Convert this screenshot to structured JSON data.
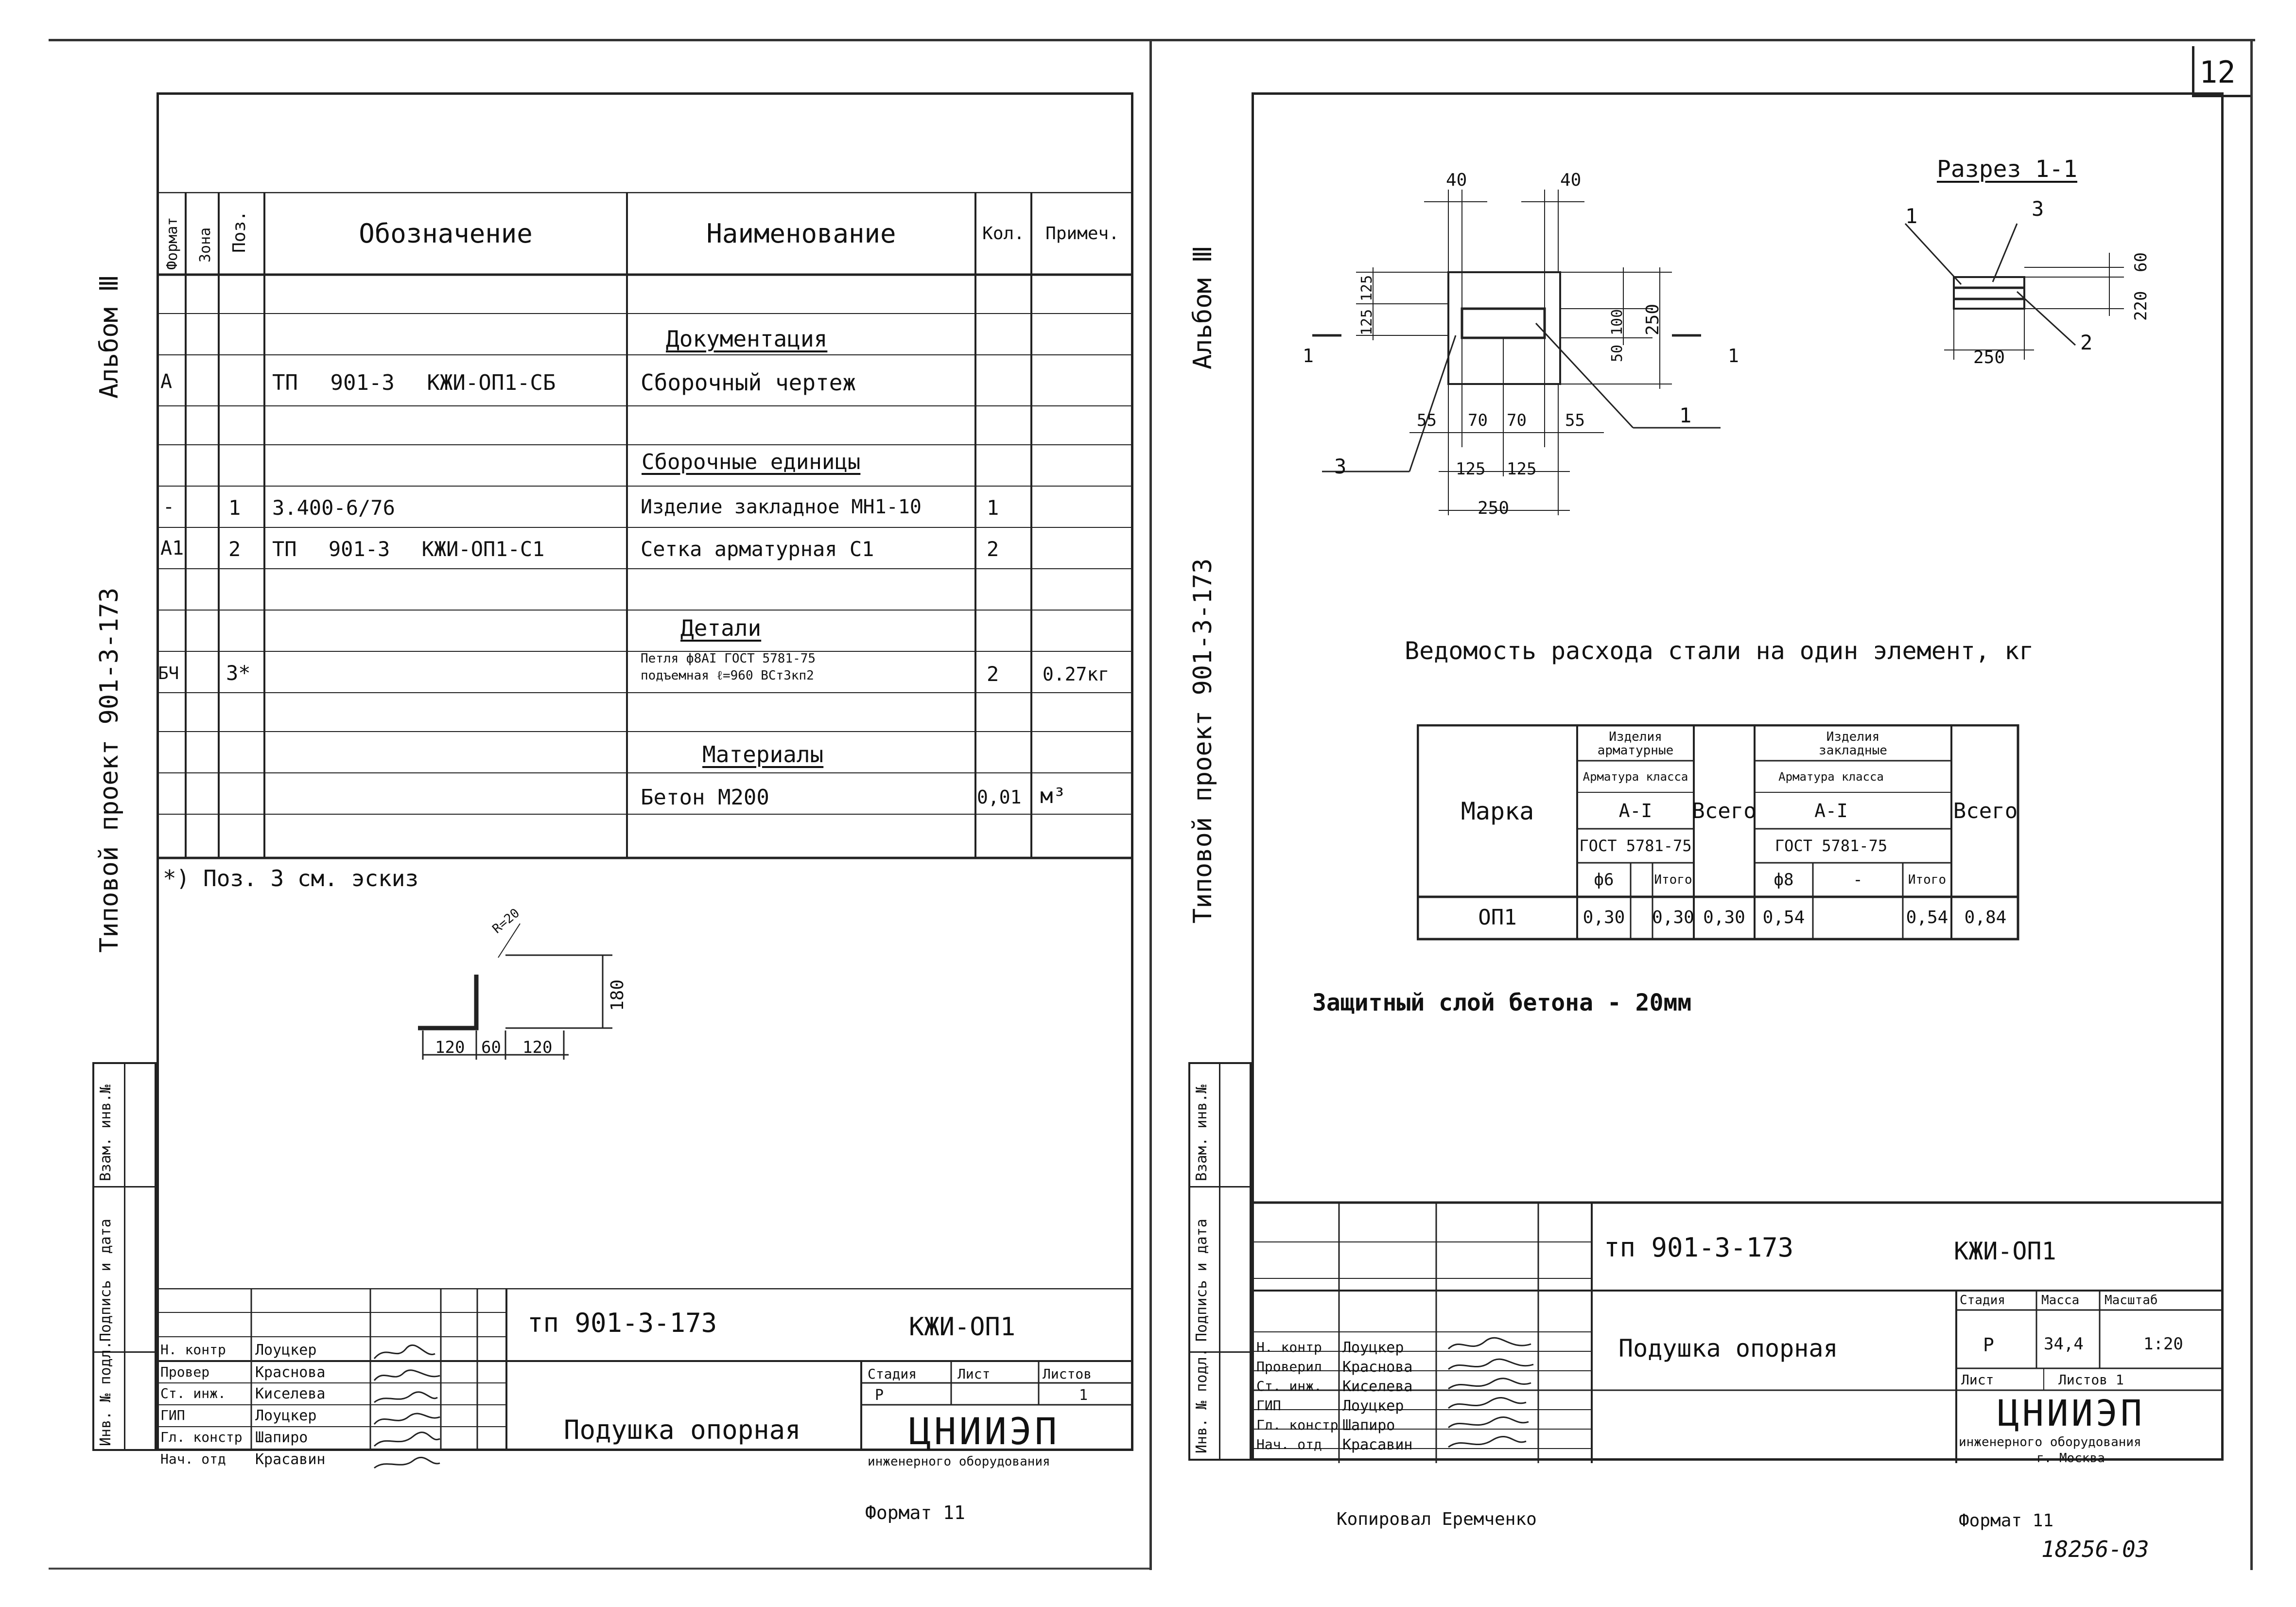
{
  "sheet_number": "12",
  "left": {
    "side_labels": {
      "album": "Альбом Ⅲ",
      "project": "Типовой проект 901-3-173",
      "stamp": [
        "Взам. инв.№",
        "Подпись и дата",
        "Инв. № подл."
      ]
    },
    "spec_headers": [
      "Формат",
      "Зона",
      "Поз.",
      "Обозначение",
      "Наименование",
      "Кол.",
      "Примеч."
    ],
    "sections": {
      "documentation": "Документация",
      "assembly_units": "Сборочные единицы",
      "details": "Детали",
      "materials": "Материалы"
    },
    "rows": [
      {
        "format": "А",
        "pos": "",
        "designation": "ТП 901-3 КЖИ-ОП1-СБ",
        "name": "Сборочный чертеж",
        "qty": "",
        "note": ""
      },
      {
        "format": "-",
        "pos": "1",
        "designation": "3.400-6/76",
        "name": "Изделие закладное МН1-10",
        "qty": "1",
        "note": ""
      },
      {
        "format": "А1",
        "pos": "2",
        "designation": "ТП 901-3 КЖИ-ОП1-С1",
        "name": "Сетка арматурная С1",
        "qty": "2",
        "note": ""
      },
      {
        "format": "БЧ",
        "pos": "3*",
        "designation": "",
        "name": "Петля ф8АI ГОСТ 5781-75",
        "name2": "подъемная ℓ=960 ВСт3кп2",
        "qty": "2",
        "note": "0.27кг"
      },
      {
        "format": "",
        "pos": "",
        "designation": "",
        "name": "Бетон М200",
        "qty": "0,01",
        "note": "м³"
      }
    ],
    "footnote": "*) Поз. 3 см. эскиз",
    "sketch_dims": {
      "height": "180",
      "left": "120",
      "mid": "60",
      "right": "120",
      "radius": "R=20"
    },
    "title_block": {
      "code": "тп 901-3-173",
      "mark": "КЖИ-ОП1",
      "title": "Подушка опорная",
      "roles": [
        "Н. контр",
        "Провер",
        "Ст. инж.",
        "ГИП",
        "Гл. констр",
        "Нач. отд"
      ],
      "names": [
        "Лоуцкер",
        "Краснова",
        "Киселева",
        "Лоуцкер",
        "Шапиро",
        "Красавин"
      ],
      "stage_label": "Стадия",
      "sheet_label": "Лист",
      "sheets_label": "Листов",
      "stage": "Р",
      "sheets": "1",
      "org": "ЦНИИЭП",
      "org_sub": "инженерного оборудования"
    },
    "format": "Формат 11"
  },
  "right": {
    "side_labels": {
      "album": "Альбом Ⅲ",
      "project": "Типовой проект 901-3-173",
      "stamp": [
        "Взам. инв.№",
        "Подпись и дата",
        "Инв. № подл."
      ]
    },
    "plan_dims": {
      "top_left": "40",
      "top_right": "40",
      "left_a": "125",
      "left_b": "125",
      "right_a": "100",
      "right_b": "50",
      "height": "250",
      "bottom_a": "55",
      "bottom_b": "70",
      "bottom_c": "70",
      "bottom_d": "55",
      "mid_a": "125",
      "mid_b": "125",
      "total": "250",
      "callout_1": "1",
      "callout_3": "3",
      "cut": "1"
    },
    "section": {
      "title": "Разрез 1-1",
      "callouts": [
        "1",
        "3",
        "2"
      ],
      "dims": {
        "top": "60",
        "height": "220",
        "width": "250"
      }
    },
    "steel_table": {
      "title": "Ведомость расхода стали на один элемент, кг",
      "mark_header": "Марка",
      "group1": "Изделия арматурные",
      "group2": "Изделия закладные",
      "rebar_class": "Арматура класса",
      "class": "А-I",
      "gost": "ГОСТ 5781-75",
      "total": "Всего",
      "sub1": [
        "ф6",
        "",
        "Итого"
      ],
      "sub2": [
        "ф8",
        "-",
        "Итого"
      ],
      "row": {
        "mark": "ОП1",
        "c1": "0,30",
        "c2": "",
        "c3": "0,30",
        "c4": "0,30",
        "c5": "0,54",
        "c6": "",
        "c7": "0,54",
        "c8": "0,84"
      }
    },
    "protective_layer": "Защитный слой бетона - 20мм",
    "title_block": {
      "code": "тп 901-3-173",
      "mark": "КЖИ-ОП1",
      "title": "Подушка опорная",
      "roles": [
        "Н. контр",
        "Проверил",
        "Ст. инж.",
        "ГИП",
        "Гл. констр",
        "Нач. отд"
      ],
      "names": [
        "Лоуцкер",
        "Краснова",
        "Киселева",
        "Лоуцкер",
        "Шапиро",
        "Красавин"
      ],
      "stage_label": "Стадия",
      "mass_label": "Масса",
      "scale_label": "Масштаб",
      "stage": "Р",
      "mass": "34,4",
      "scale": "1:20",
      "sheet_label": "Лист",
      "sheets_label": "Листов 1",
      "org": "ЦНИИЭП",
      "org_sub": "инженерного оборудования",
      "org_city": "г. Москва"
    },
    "copied_by": "Копировал Еремченко",
    "format": "Формат 11",
    "archive_no": "18256-03"
  }
}
